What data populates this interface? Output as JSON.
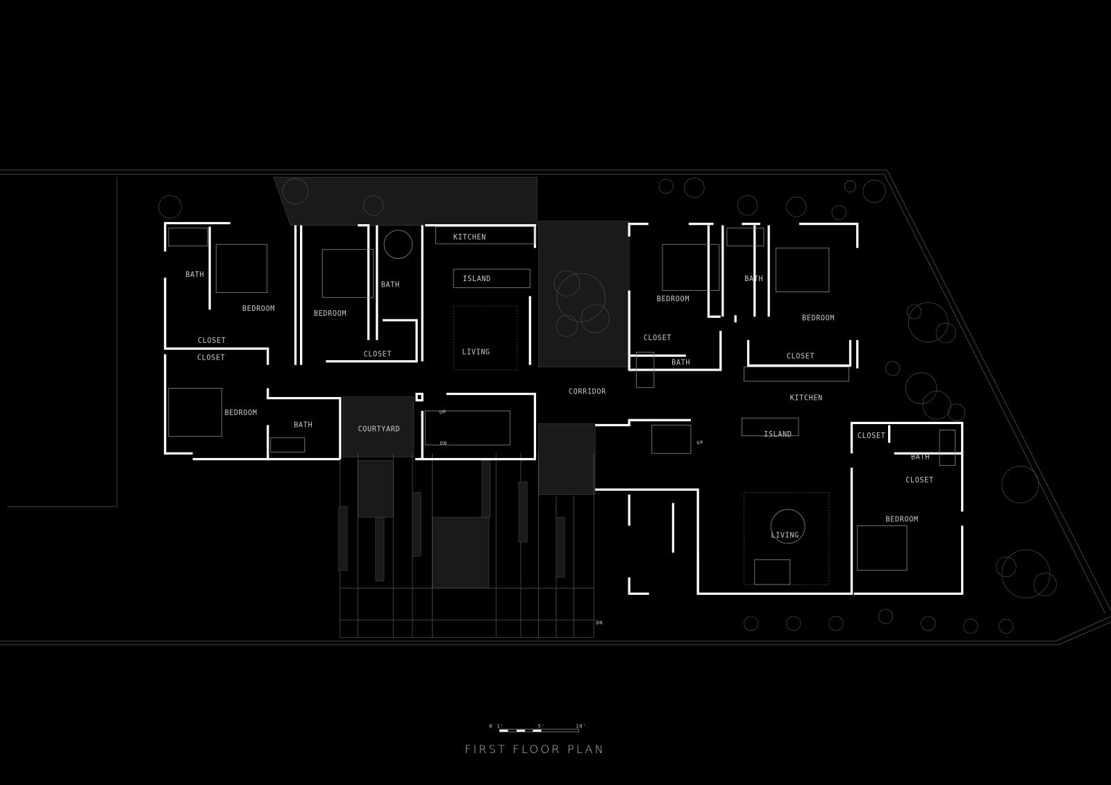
{
  "title": "FIRST FLOOR PLAN",
  "scale_bar": {
    "ticks": [
      "0",
      "1'",
      "5'",
      "10'"
    ]
  },
  "left_unit": {
    "rooms": [
      "BATH",
      "BEDROOM",
      "BEDROOM",
      "BATH",
      "KITCHEN",
      "ISLAND",
      "LIVING",
      "CLOSET",
      "CLOSET",
      "CLOSET",
      "BEDROOM",
      "BATH",
      "COURTYARD"
    ],
    "stair": {
      "up": "UP",
      "down": "DN"
    }
  },
  "corridor": "CORRIDOR",
  "right_unit": {
    "rooms": [
      "BEDROOM",
      "BATH",
      "BEDROOM",
      "CLOSET",
      "CLOSET",
      "BATH",
      "KITCHEN",
      "ISLAND",
      "CLOSET",
      "BATH",
      "CLOSET",
      "BEDROOM",
      "LIVING"
    ],
    "stair": {
      "up": "UP"
    }
  },
  "entry_stair": {
    "down": "DN"
  },
  "colors": {
    "background": "#000000",
    "walls": "#ffffff",
    "lines": "#8a8a8a"
  }
}
